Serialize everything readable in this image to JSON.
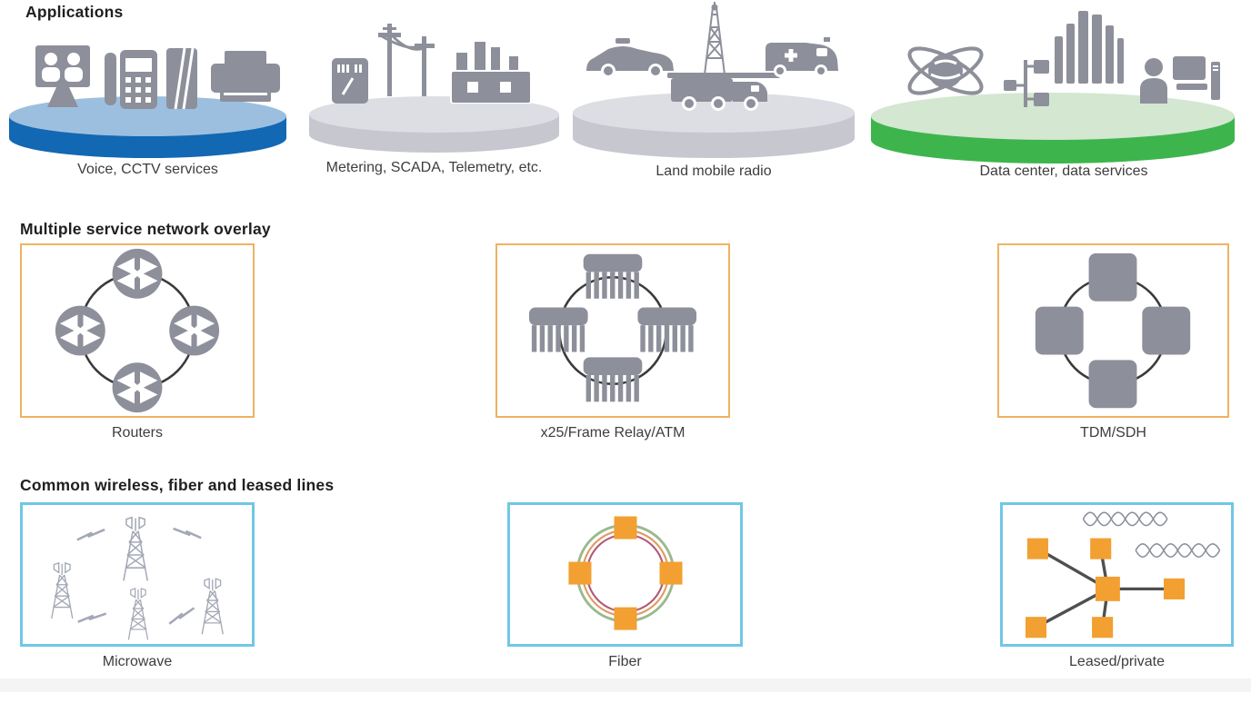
{
  "colors": {
    "icon_gray": "#8d8f9a",
    "disc_blue_top": "#9dbfdf",
    "disc_blue_side": "#1268b3",
    "disc_gray_top": "#dddee3",
    "disc_gray_side": "#c6c7cf",
    "disc_green_top": "#d3e7d1",
    "disc_green_side": "#3db54c",
    "overlay_box_border": "#efb261",
    "transport_box_border": "#70c7e6",
    "ring_stroke": "#3a3a3a",
    "fiber_ring_outer_green": "#9ab98f",
    "fiber_ring_middle_orange": "#e09a62",
    "fiber_ring_inner_crimson": "#b05a78",
    "node_orange": "#f2a031",
    "star_line_gray": "#4f4f4f",
    "tower_outline_gray": "#a3a8b5"
  },
  "applications": {
    "heading": "Applications",
    "platforms": [
      {
        "label": "Voice, CCTV services",
        "disc_color": "blue",
        "icons": [
          "video-conference",
          "desk-phone",
          "media-gateway",
          "printer"
        ]
      },
      {
        "label": "Metering, SCADA, Telemetry, etc.",
        "disc_color": "gray",
        "icons": [
          "utility-meter",
          "power-lines",
          "power-plant"
        ]
      },
      {
        "label": "Land mobile radio",
        "disc_color": "gray",
        "icons": [
          "police-car",
          "radio-tower",
          "truck",
          "ambulance"
        ]
      },
      {
        "label": "Data center, data services",
        "disc_color": "green",
        "icons": [
          "global-network",
          "network-switch",
          "server-rack",
          "workstation-user"
        ]
      }
    ]
  },
  "overlay": {
    "heading": "Multiple service network overlay",
    "boxes": [
      {
        "label": "Routers",
        "topology": "ring",
        "node_type": "router",
        "node_count": 4
      },
      {
        "label": "x25/Frame Relay/ATM",
        "topology": "ring",
        "node_type": "frame-relay-switch",
        "node_count": 4
      },
      {
        "label": "TDM/SDH",
        "topology": "ring",
        "node_type": "tdm-node",
        "node_count": 4
      }
    ]
  },
  "transport": {
    "heading": "Common wireless, fiber and leased lines",
    "boxes": [
      {
        "label": "Microwave",
        "topology": "mesh",
        "node_type": "microwave-tower",
        "node_count": 4
      },
      {
        "label": "Fiber",
        "topology": "ring",
        "node_type": "fiber-add-drop-node",
        "node_count": 4
      },
      {
        "label": "Leased/private",
        "topology": "star",
        "node_type": "leased-line-node",
        "node_count": 6
      }
    ]
  }
}
